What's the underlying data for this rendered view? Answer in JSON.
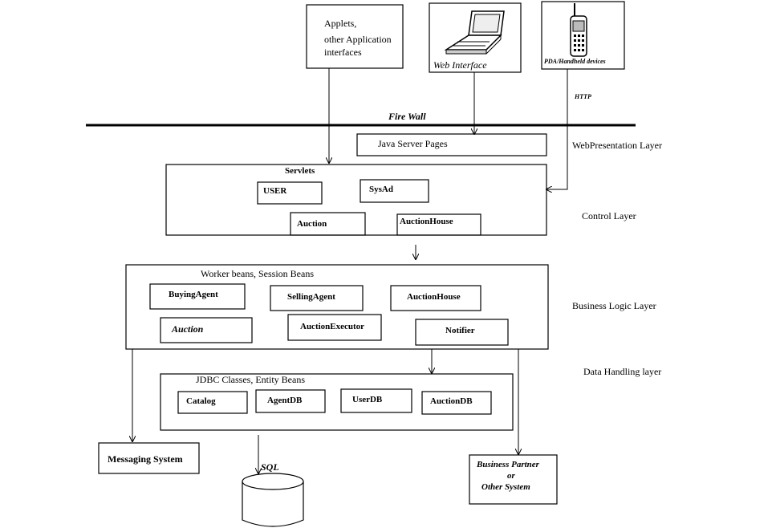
{
  "clients": {
    "applets": [
      "Applets,",
      "other Application",
      "interfaces"
    ],
    "web_interface": "Web Interface",
    "pda": "PDA/Handheld devices",
    "http": "HTTP"
  },
  "firewall": "Fire Wall",
  "layers": {
    "web_presentation": "WebPresentation Layer",
    "control": "Control Layer",
    "business_logic": "Business Logic Layer",
    "data_handling": "Data Handling layer"
  },
  "jsp": "Java Server Pages",
  "servlets": {
    "title": "Servlets",
    "user": "USER",
    "sysad": "SysAd",
    "auction": "Auction",
    "auction_house": "AuctionHouse"
  },
  "beans": {
    "title": "Worker beans, Session Beans",
    "buying_agent": "BuyingAgent",
    "selling_agent": "SellingAgent",
    "auction_house": "AuctionHouse",
    "auction": "Auction",
    "auction_executor": "AuctionExecutor",
    "notifier": "Notifier"
  },
  "jdbc": {
    "title": "JDBC Classes, Entity Beans",
    "catalog": "Catalog",
    "agent_db": "AgentDB",
    "user_db": "UserDB",
    "auction_db": "AuctionDB"
  },
  "messaging": "Messaging System",
  "sql": "SQL",
  "partner": [
    "Business Partner",
    "or",
    "Other System"
  ]
}
